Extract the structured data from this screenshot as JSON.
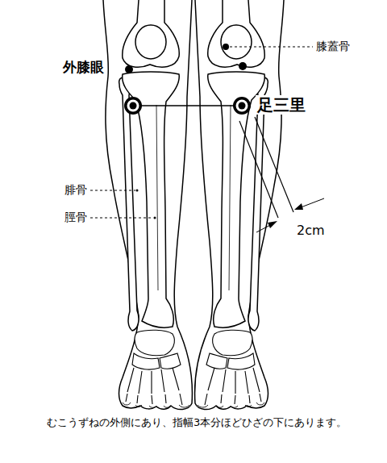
{
  "diagram": {
    "caption": "むこうずねの外側にあり、指幅3本分ほどひざの下にあります。",
    "labels": [
      "外膝眼",
      "膝蓋骨",
      "足三里",
      "腓骨",
      "脛骨",
      "2cm"
    ]
  }
}
